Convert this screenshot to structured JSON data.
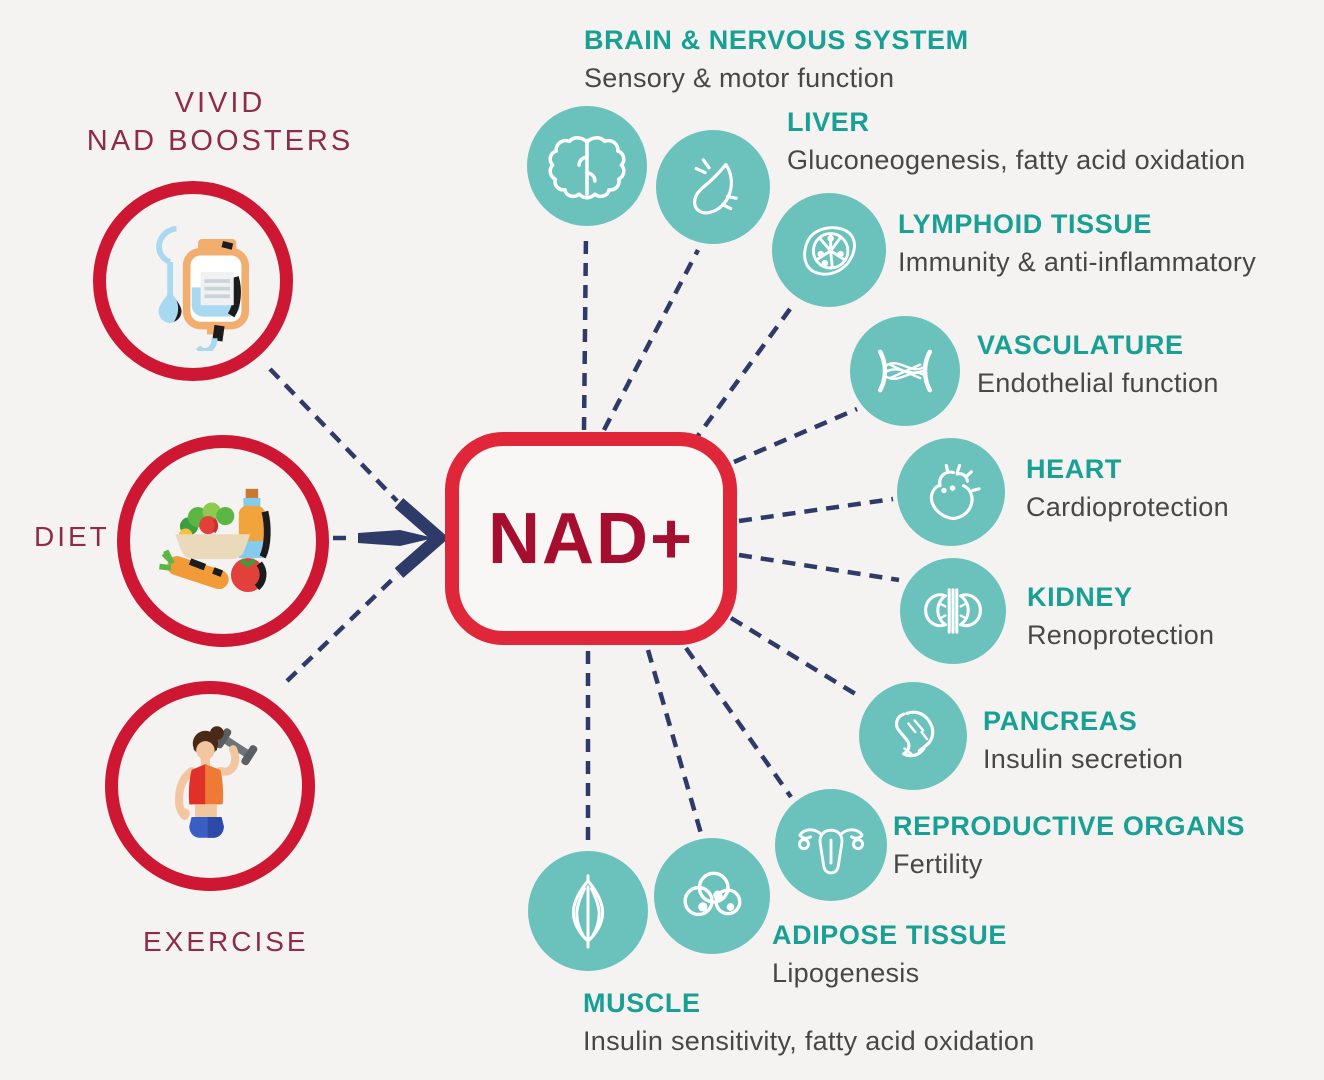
{
  "title": {
    "line1": "VIVID",
    "line2": "NAD BOOSTERS"
  },
  "center": {
    "label": "NAD+"
  },
  "boosters": [
    {
      "id": "iv-drip",
      "label": ""
    },
    {
      "id": "diet",
      "label": "DIET"
    },
    {
      "id": "exercise",
      "label": "EXERCISE"
    }
  ],
  "organs": [
    {
      "id": "brain",
      "name": "BRAIN & NERVOUS SYSTEM",
      "function": "Sensory & motor function"
    },
    {
      "id": "liver",
      "name": "LIVER",
      "function": "Gluconeogenesis, fatty acid oxidation"
    },
    {
      "id": "lymphoid",
      "name": "LYMPHOID TISSUE",
      "function": "Immunity & anti-inflammatory"
    },
    {
      "id": "vasculature",
      "name": "VASCULATURE",
      "function": "Endothelial function"
    },
    {
      "id": "heart",
      "name": "HEART",
      "function": "Cardioprotection"
    },
    {
      "id": "kidney",
      "name": "KIDNEY",
      "function": "Renoprotection"
    },
    {
      "id": "pancreas",
      "name": "PANCREAS",
      "function": "Insulin secretion"
    },
    {
      "id": "reproductive",
      "name": "REPRODUCTIVE ORGANS",
      "function": "Fertility"
    },
    {
      "id": "adipose",
      "name": "ADIPOSE TISSUE",
      "function": "Lipogenesis"
    },
    {
      "id": "muscle",
      "name": "MUSCLE",
      "function": "Insulin sensitivity, fatty acid oxidation"
    }
  ],
  "colors": {
    "background": "#f4f3f1",
    "teal_circle": "#6bc2bc",
    "teal_heading": "#18a094",
    "subtext_gray": "#474747",
    "maroon_label": "#8e2b4d",
    "nad_text": "#a50e2e",
    "box_border": "#e0273a",
    "ring_red": "#cd1733",
    "connector_navy": "#2e3a68"
  }
}
